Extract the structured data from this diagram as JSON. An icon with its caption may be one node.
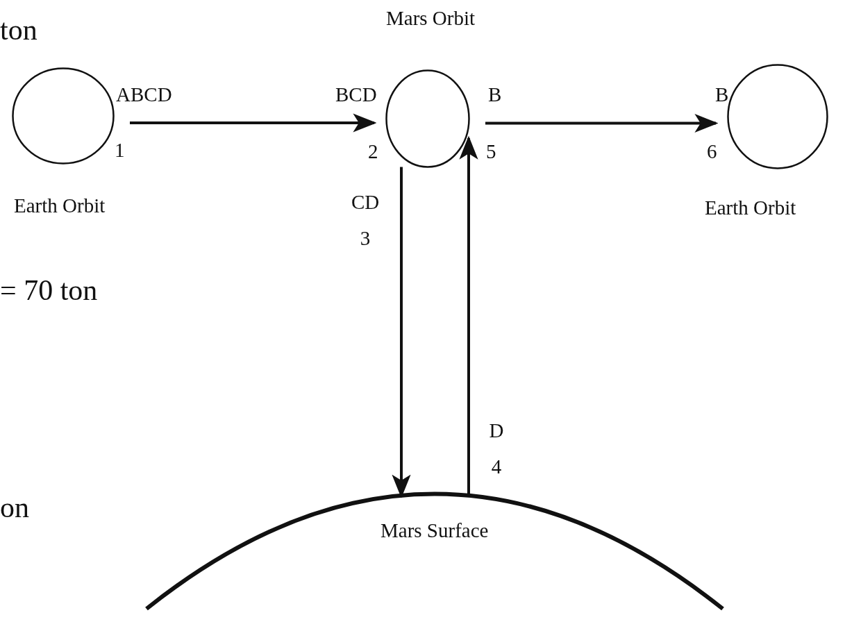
{
  "diagram": {
    "nodes": [
      {
        "text": [
          "Earth Orbit"
        ],
        "beside": [
          "ABCD",
          "1"
        ]
      },
      {
        "text": [
          "Mars Orbit"
        ],
        "beside": [
          "BCD",
          "2",
          "B",
          "5"
        ]
      },
      {
        "text": [
          "Earth Orbit"
        ],
        "beside": [
          "B",
          "6"
        ]
      },
      {
        "text": [
          "Mars Surface"
        ]
      }
    ],
    "edges": [
      {
        "from": 0,
        "to": 1,
        "arrow": "to"
      },
      {
        "from": 1,
        "to": 2,
        "arrow": "to"
      },
      {
        "from": 1,
        "to": 3,
        "arrow": "to",
        "label": "CD 3"
      },
      {
        "from": 3,
        "to": 1,
        "arrow": "to",
        "label": "D 4"
      }
    ],
    "labels": [
      "ton",
      "= 70 ton",
      "on"
    ]
  }
}
